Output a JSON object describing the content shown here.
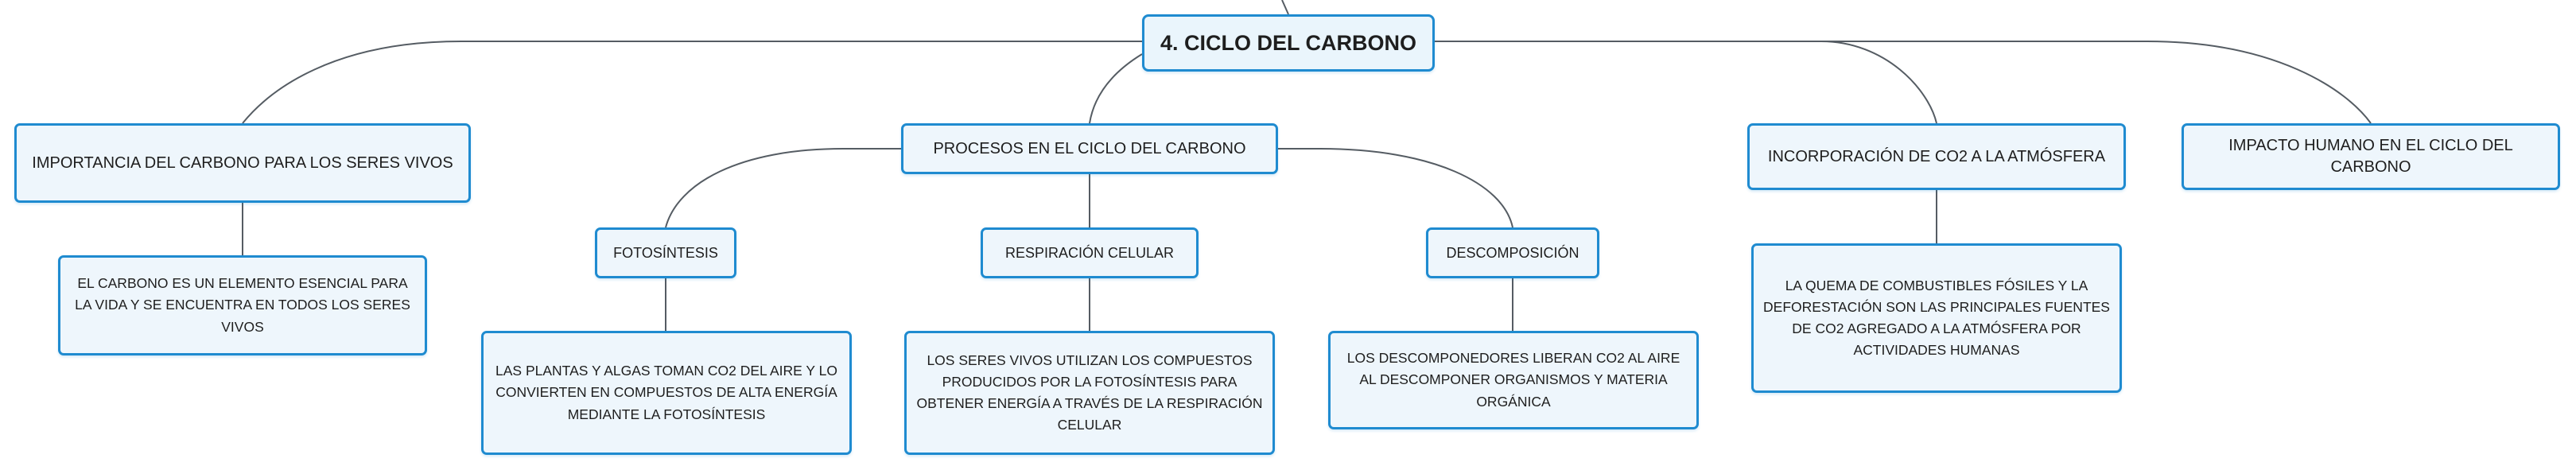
{
  "colors": {
    "node_border": "#1f8bd0",
    "node_fill": "#eef6fc",
    "connector": "#555c63",
    "text": "#1e1e1e"
  },
  "root": {
    "label": "4. CICLO DEL CARBONO"
  },
  "branches": {
    "importancia": {
      "label": "IMPORTANCIA DEL CARBONO PARA LOS SERES VIVOS",
      "detail": "EL CARBONO ES UN ELEMENTO ESENCIAL PARA LA VIDA Y SE ENCUENTRA EN TODOS LOS SERES VIVOS"
    },
    "procesos": {
      "label": "PROCESOS EN EL CICLO DEL CARBONO",
      "fotosintesis": {
        "label": "FOTOSÍNTESIS",
        "detail": "LAS PLANTAS Y ALGAS TOMAN CO2 DEL AIRE Y LO CONVIERTEN EN COMPUESTOS DE ALTA ENERGÍA MEDIANTE LA FOTOSÍNTESIS"
      },
      "respiracion": {
        "label": "RESPIRACIÓN CELULAR",
        "detail": "LOS SERES VIVOS UTILIZAN LOS COMPUESTOS PRODUCIDOS POR LA FOTOSÍNTESIS PARA OBTENER ENERGÍA A TRAVÉS DE LA RESPIRACIÓN CELULAR"
      },
      "descomposicion": {
        "label": "DESCOMPOSICIÓN",
        "detail": "LOS DESCOMPONEDORES LIBERAN CO2 AL AIRE AL DESCOMPONER ORGANISMOS Y MATERIA ORGÁNICA"
      }
    },
    "incorporacion": {
      "label": "INCORPORACIÓN DE CO2 A LA ATMÓSFERA",
      "detail": "LA QUEMA DE COMBUSTIBLES FÓSILES Y LA DEFORESTACIÓN SON LAS PRINCIPALES FUENTES DE CO2 AGREGADO A LA ATMÓSFERA POR ACTIVIDADES HUMANAS"
    },
    "impacto": {
      "label": "IMPACTO HUMANO EN EL CICLO DEL CARBONO"
    }
  }
}
